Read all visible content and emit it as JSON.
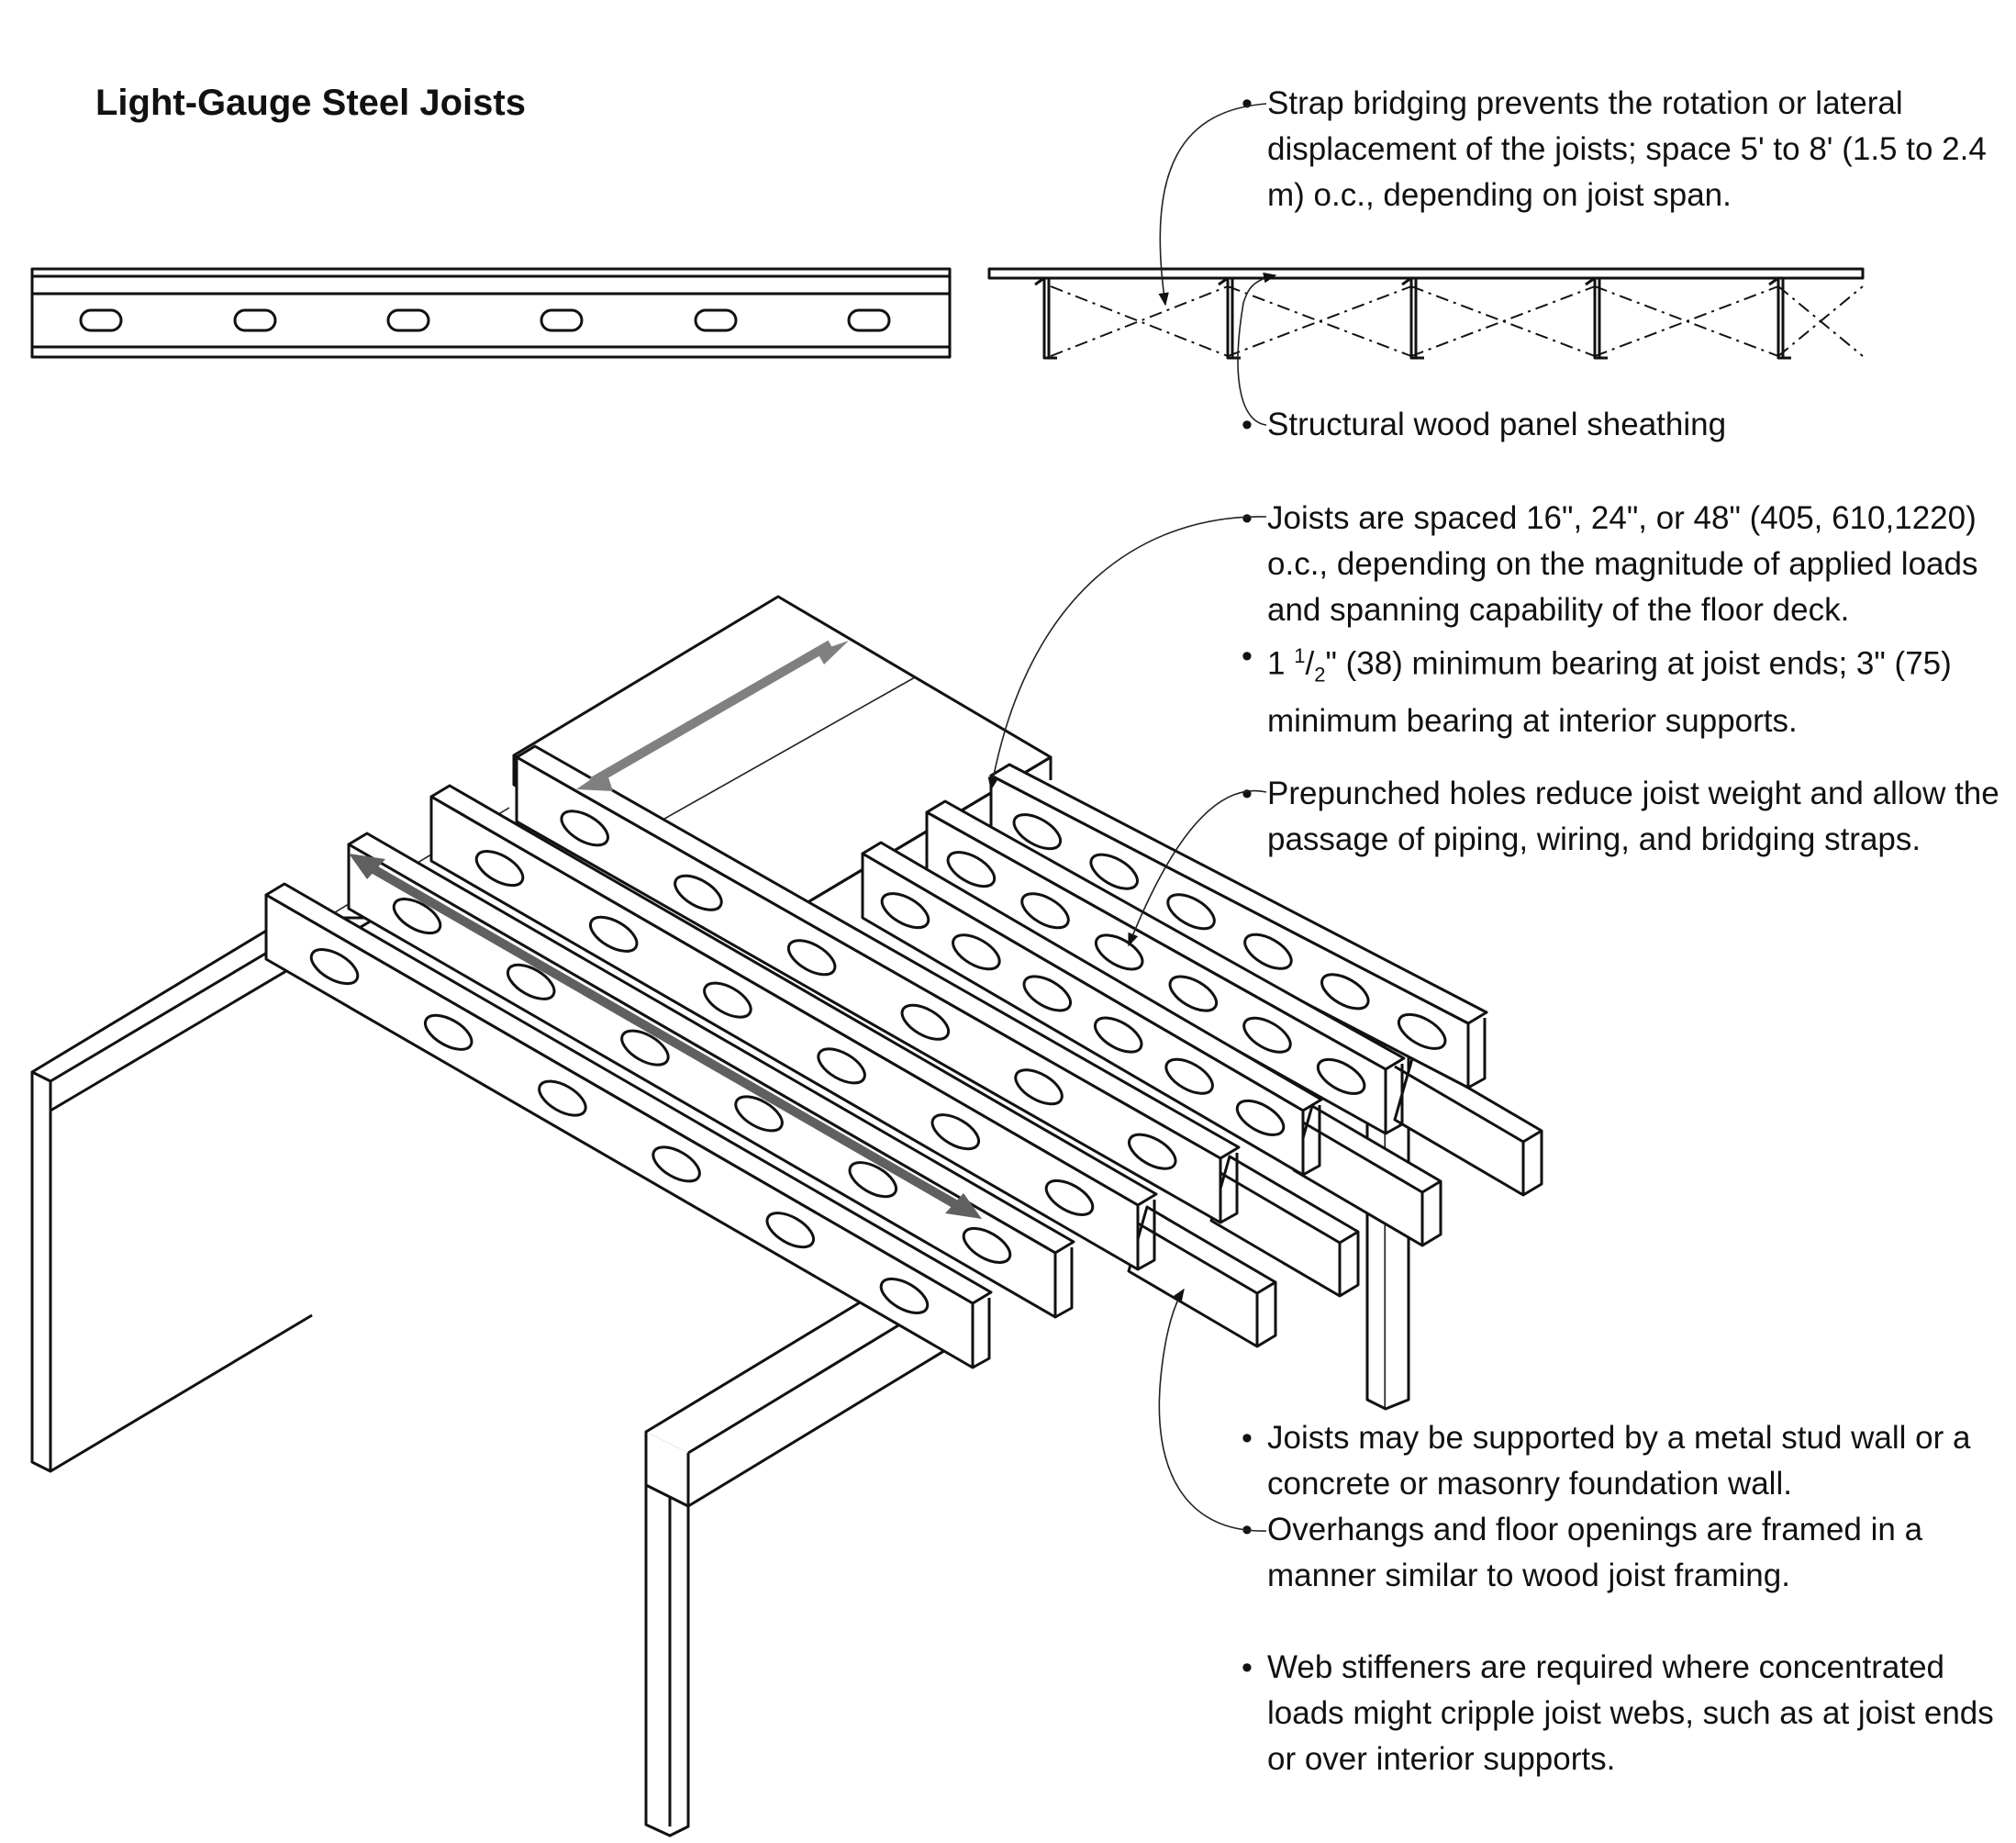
{
  "title": "Light-Gauge Steel Joists",
  "notes": [
    {
      "text": "Strap bridging prevents the rotation or lateral displacement of the joists; space 5' to 8' (1.5 to 2.4 m) o.c., depending on joist span."
    },
    {
      "text": "Structural wood panel sheathing"
    },
    {
      "text": "Joists are spaced 16\", 24\", or 48\" (405, 610,1220) o.c., depending on the magnitude of applied loads and spanning capability of the floor deck."
    },
    {
      "text_a": "1 ",
      "sup": "1",
      "sub": "2",
      "text_b": "\" (38) minimum bearing at joist ends; 3\" (75) minimum bearing at interior supports."
    },
    {
      "text": "Prepunched holes reduce joist weight and allow the passage of piping, wiring, and bridging straps."
    },
    {
      "text": "Joists may be supported by a metal stud wall or a concrete or masonry foundation wall."
    },
    {
      "text": "Overhangs and floor openings are framed in a manner similar to wood joist framing."
    },
    {
      "text": "Web stiffeners are required where concentrated loads might cripple joist webs, such as at joist ends or over interior supports."
    }
  ],
  "bullet_symbol": "•",
  "colors": {
    "ink": "#111111",
    "arrow": "#808080",
    "paper": "#ffffff"
  }
}
